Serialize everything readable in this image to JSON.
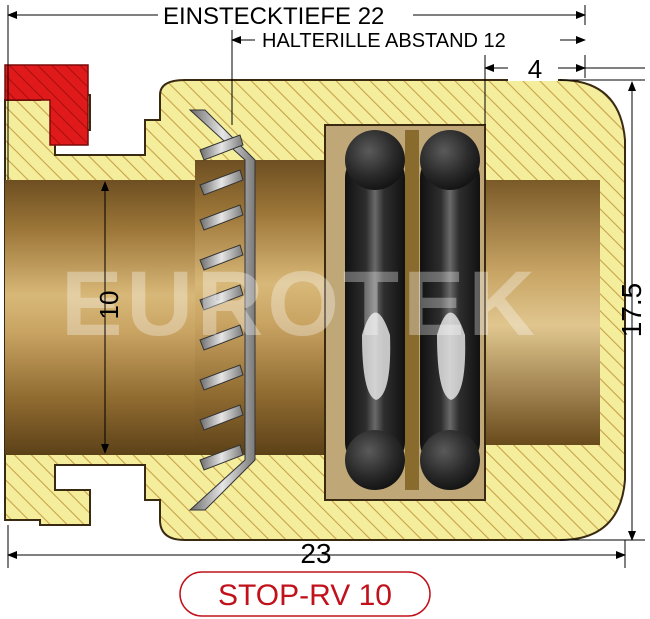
{
  "dimensions": {
    "insertion_depth": "EINSTECKTIEFE 22",
    "retaining_groove_distance": "HALTERILLE ABSTAND 12",
    "groove_width": "4",
    "outer_height": "17.5",
    "overall_length": "23",
    "bore_diameter": "10"
  },
  "watermark": "EUROTEK",
  "product_label": "STOP-RV 10",
  "colors": {
    "hatch_fill": "#f4ee9c",
    "hatch_line": "#c9a14a",
    "outline": "#3b2a12",
    "bore_brass": "#a07a3e",
    "o_ring": "#2b2b2b",
    "red_marker": "#e01a1a",
    "label_red": "#c1121b"
  }
}
